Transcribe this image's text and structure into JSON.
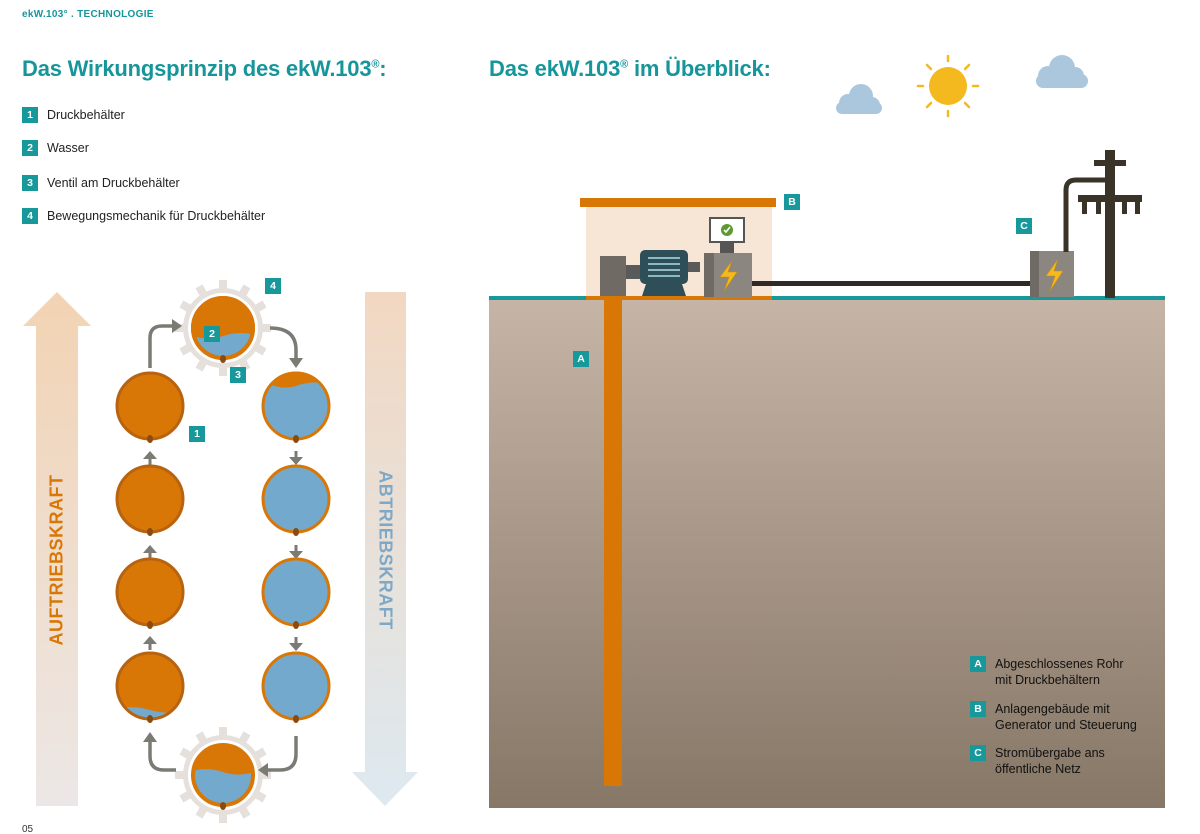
{
  "header": {
    "breadcrumb_brand": "ekW.103",
    "breadcrumb_sep": "°  .  ",
    "breadcrumb_section": "TECHNOLOGIE"
  },
  "left": {
    "title_main": "Das Wirkungsprinzip des ekW.103",
    "title_reg": "®",
    "title_colon": ":",
    "items": [
      {
        "num": "1",
        "label": "Druckbehälter"
      },
      {
        "num": "2",
        "label": "Wasser"
      },
      {
        "num": "3",
        "label": "Ventil am Druckbehälter"
      },
      {
        "num": "4",
        "label": "Bewegungsmechanik für Druckbehälter"
      }
    ],
    "buoyancy_label": "AUFTRIEBSKRAFT",
    "downforce_label": "ABTRIEBSKRAFT",
    "diagram_badges": {
      "b1": "1",
      "b2": "2",
      "b3": "3",
      "b4": "4"
    }
  },
  "right": {
    "title_main": "Das ekW.103",
    "title_reg": "®",
    "title_rest": " im Überblick:",
    "badge_a": "A",
    "badge_b": "B",
    "badge_c": "C",
    "legend": [
      {
        "key": "A",
        "line1": "Abgeschlossenes Rohr",
        "line2": "mit Druckbehältern"
      },
      {
        "key": "B",
        "line1": "Anlagengebäude mit",
        "line2": "Generator und Steuerung"
      },
      {
        "key": "C",
        "line1": "Stromübergabe ans",
        "line2": "öffentliche Netz"
      }
    ]
  },
  "page_number": "05",
  "colors": {
    "teal": "#16969a",
    "orange": "#d97706",
    "water_blue": "#73a9cc",
    "ground_top": "#c4b2a3",
    "ground_bottom": "#8a7a6b"
  }
}
